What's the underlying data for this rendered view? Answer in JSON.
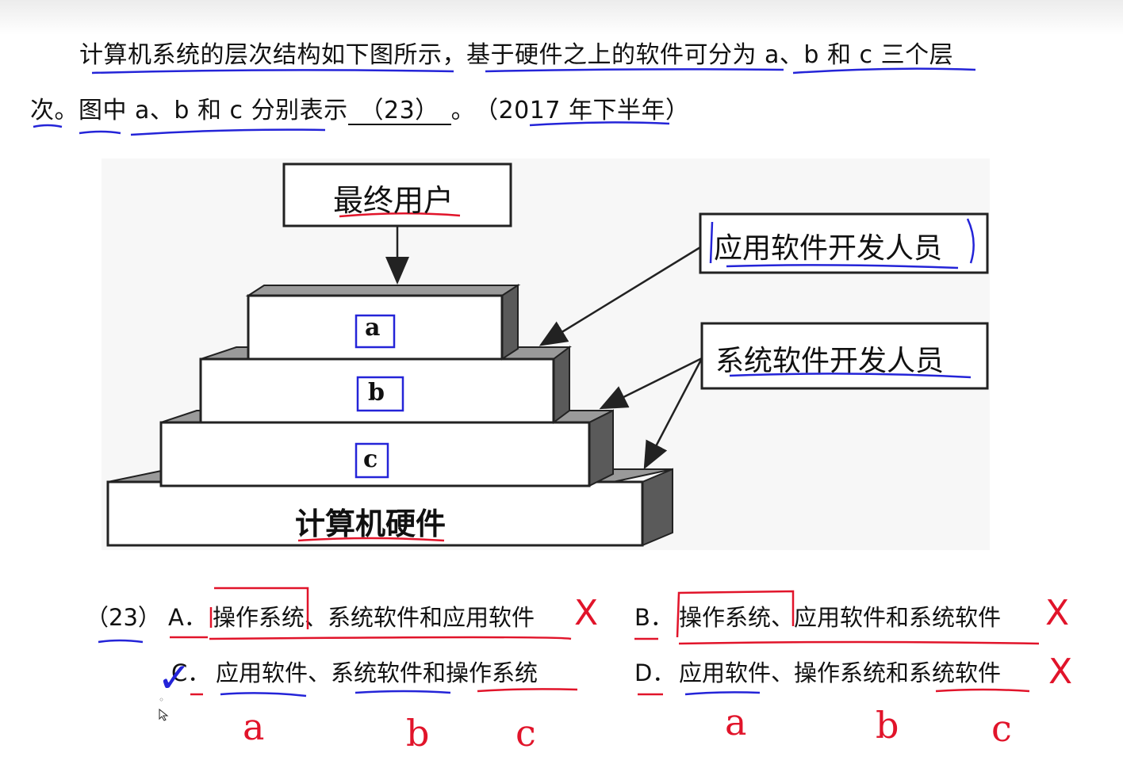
{
  "question": {
    "line1": "计算机系统的层次结构如下图所示，基于硬件之上的软件可分为 a、b 和 c 三个层",
    "line2_prefix": "次。图中 a、b 和 c 分别表示",
    "blank": "（23）",
    "line2_suffix": "。",
    "source": "（2017 年下半年）"
  },
  "figure": {
    "end_user": "最终用户",
    "app_dev": "应用软件开发人员",
    "sys_dev": "系统软件开发人员",
    "layer_a": "a",
    "layer_b": "b",
    "layer_c": "c",
    "hardware": "计算机硬件"
  },
  "options": {
    "number": "（23）",
    "A": {
      "letter": "A．",
      "text": "操作系统、系统软件和应用软件"
    },
    "B": {
      "letter": "B．",
      "text": "操作系统、应用软件和系统软件"
    },
    "C": {
      "letter": "C．",
      "text": "应用软件、系统软件和操作系统"
    },
    "D": {
      "letter": "D．",
      "text": "应用软件、操作系统和系统软件"
    }
  },
  "annotations": {
    "wrong_mark": "X",
    "check_mark": "✓",
    "hand_a": "a",
    "hand_b": "b",
    "hand_c": "c"
  },
  "colors": {
    "blue_pen": "#2424d8",
    "red_pen": "#e1142a",
    "block_face": "#ffffff",
    "block_side": "#5a5a5a",
    "block_top": "#9a9a9a"
  }
}
